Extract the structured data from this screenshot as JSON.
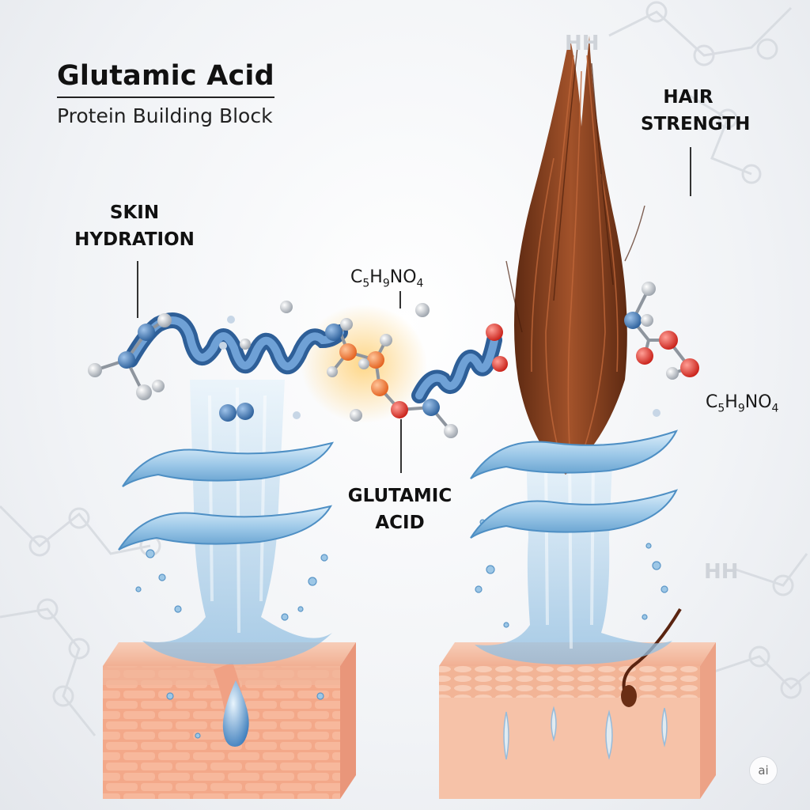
{
  "header": {
    "title": "Glutamic Acid",
    "subtitle": "Protein Building Block"
  },
  "labels": {
    "skin_hydration": [
      "SKIN",
      "HYDRATION"
    ],
    "hair_strength": [
      "HAIR",
      "STRENGTH"
    ],
    "glutamic_acid": [
      "GLUTAMIC",
      "ACID"
    ]
  },
  "formulas": {
    "center": {
      "c": "C",
      "c_n": "5",
      "h": "H",
      "h_n": "9",
      "no": "NO",
      "o_n": "4"
    },
    "right": {
      "c": "C",
      "c_n": "5",
      "h": "H",
      "h_n": "9",
      "no": "NO",
      "o_n": "4"
    }
  },
  "background_text": {
    "hh_top": "HH",
    "hh_right": "HH"
  },
  "badge": {
    "text": "ai"
  },
  "colors": {
    "helix": "#4d86c4",
    "helix_dark": "#2e5f98",
    "oxygen": "#e8342b",
    "carbon_orange": "#f07a3a",
    "water": "#a9cde6",
    "skin": "#f4b79c",
    "skin_brick": "#f2a78a",
    "hair": "#7a3a1c",
    "hair_light": "#a9552a"
  }
}
